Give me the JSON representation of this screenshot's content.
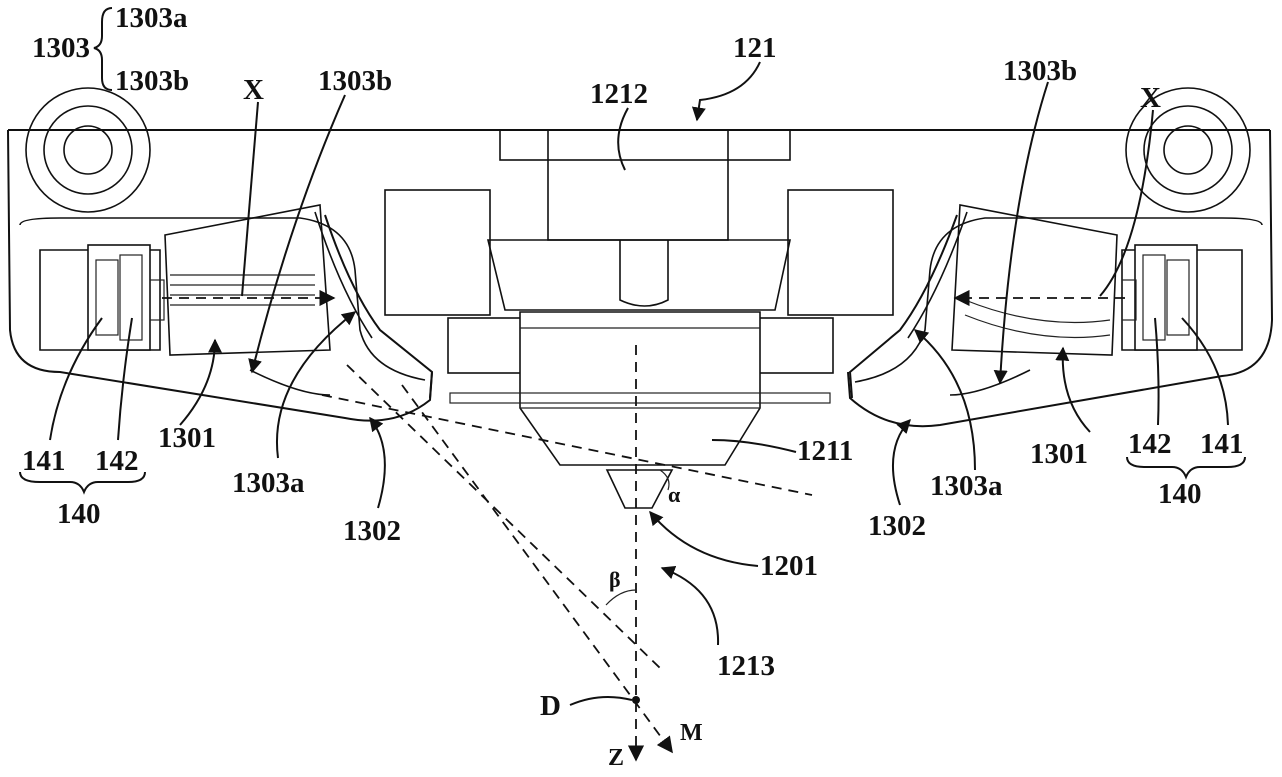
{
  "labels": {
    "l_1303": "1303",
    "l_1303a_top": "1303a",
    "l_1303b_top": "1303b",
    "l_x_left": "X",
    "l_1303b_left": "1303b",
    "l_121": "121",
    "l_1212": "1212",
    "l_1303b_right": "1303b",
    "l_x_right": "X",
    "l_141_left": "141",
    "l_142_left": "142",
    "l_140_left": "140",
    "l_1301_left": "1301",
    "l_1303a_left": "1303a",
    "l_1302_left": "1302",
    "l_1211": "1211",
    "l_alpha": "α",
    "l_1201": "1201",
    "l_beta": "β",
    "l_1213": "1213",
    "l_d": "D",
    "l_m": "M",
    "l_z": "Z",
    "l_1302_right": "1302",
    "l_1303a_right": "1303a",
    "l_1301_right": "1301",
    "l_142_right": "142",
    "l_141_right": "141",
    "l_140_right": "140"
  }
}
